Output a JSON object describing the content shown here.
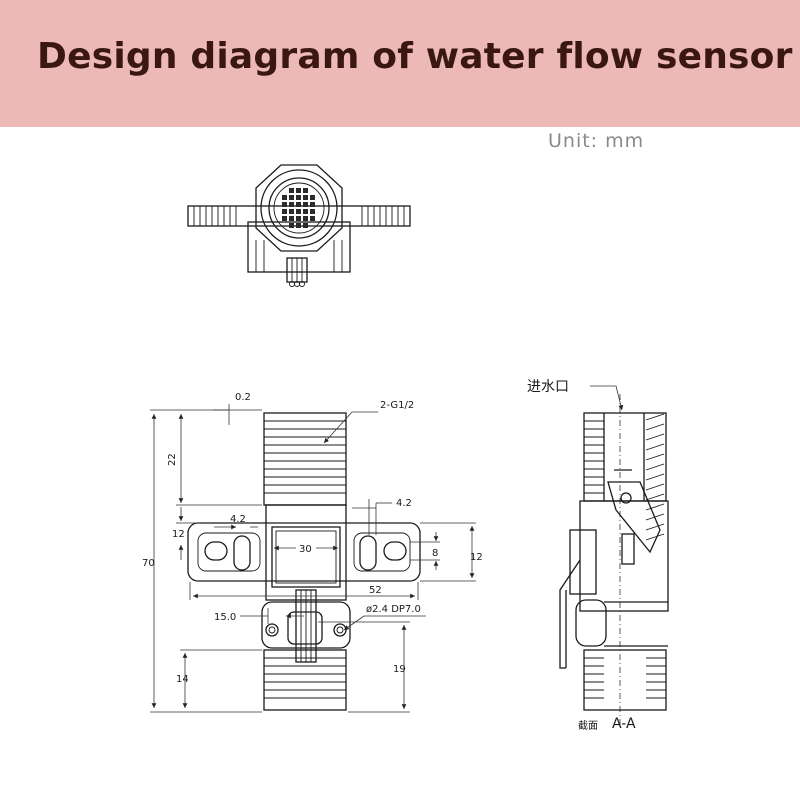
{
  "header": {
    "title": "Design diagram of water flow sensor",
    "unit": "Unit:  mm"
  },
  "dimensions": {
    "d_0_2": "0.2",
    "thread": "2-G1/2",
    "d_22": "22",
    "d_4_2_left": "4.2",
    "d_4_2_right": "4.2",
    "d_12_left": "12",
    "d_30": "30",
    "d_8": "8",
    "d_12_right": "12",
    "d_70": "70",
    "d_52": "52",
    "d_15_0": "15.0",
    "hole": "ø2.4  DP7.0",
    "d_14": "14",
    "d_19": "19"
  },
  "section_view": {
    "inlet_label": "进水口",
    "section_word": "截面",
    "section_label": "A-A"
  }
}
